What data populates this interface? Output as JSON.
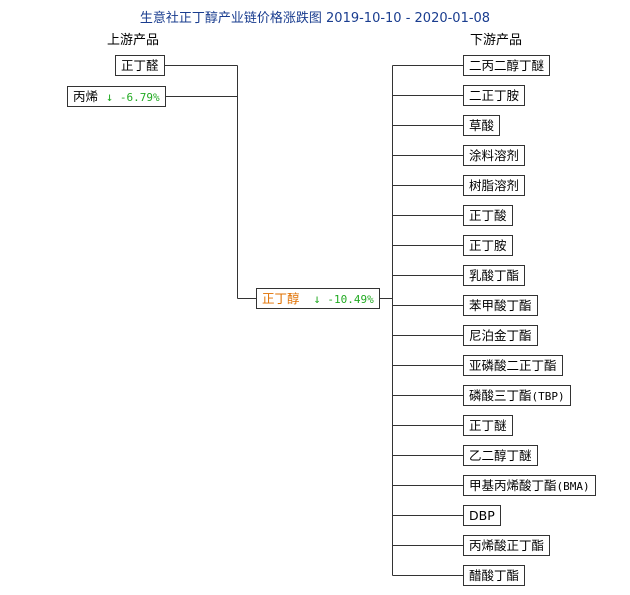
{
  "title": "生意社正丁醇产业链价格涨跌图 2019-10-10 - 2020-01-08",
  "upstream_label": "上游产品",
  "downstream_label": "下游产品",
  "colors": {
    "title": "#1a3d8f",
    "down_change": "#22aa22",
    "center_name": "#e07000",
    "line": "#333333"
  },
  "upstream": [
    {
      "name": "正丁醛",
      "change": ""
    },
    {
      "name": "丙烯",
      "change": "-6.79%",
      "direction": "down"
    }
  ],
  "center": {
    "name": "正丁醇",
    "change": "-10.49%",
    "direction": "down"
  },
  "downstream": [
    {
      "name": "二丙二醇丁醚"
    },
    {
      "name": "二正丁胺"
    },
    {
      "name": "草酸"
    },
    {
      "name": "涂料溶剂"
    },
    {
      "name": "树脂溶剂"
    },
    {
      "name": "正丁酸"
    },
    {
      "name": "正丁胺"
    },
    {
      "name": "乳酸丁酯"
    },
    {
      "name": "苯甲酸丁酯"
    },
    {
      "name": "尼泊金丁酯"
    },
    {
      "name": "亚磷酸二正丁酯"
    },
    {
      "name": "磷酸三丁酯",
      "suffix": "(TBP)"
    },
    {
      "name": "正丁醚"
    },
    {
      "name": "乙二醇丁醚"
    },
    {
      "name": "甲基丙烯酸丁酯",
      "suffix": "(BMA)"
    },
    {
      "name": "DBP"
    },
    {
      "name": "丙烯酸正丁酯"
    },
    {
      "name": "醋酸丁酯"
    }
  ]
}
